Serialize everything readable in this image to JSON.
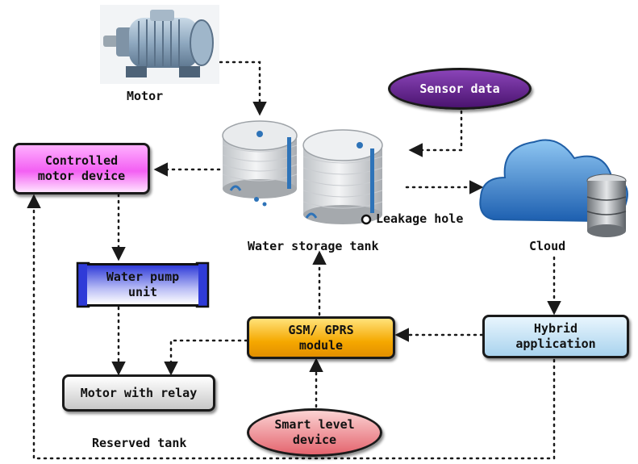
{
  "diagram": {
    "nodes": {
      "controlled_motor_device": "Controlled\nmotor device",
      "water_pump_unit": "Water pump\nunit",
      "motor_with_relay": "Motor with relay",
      "gsm_gprs_module": "GSM/ GPRS\nmodule",
      "hybrid_application": "Hybrid\napplication",
      "smart_level_device": "Smart level\ndevice",
      "sensor_data": "Sensor data"
    },
    "labels": {
      "motor": "Motor",
      "water_storage_tank": "Water storage tank",
      "leakage_hole": "Leakage hole",
      "cloud": "Cloud",
      "reserved_tank": "Reserved tank"
    },
    "colors": {
      "controlled_motor_device": "#f35ff3",
      "water_pump_unit": "#2f3bd8",
      "motor_with_relay": "#c8c8c8",
      "gsm_gprs_module": "#f5a800",
      "hybrid_application": "#a9d3ee",
      "smart_level_device": "#e4646e",
      "sensor_data": "#4b1470",
      "cloud": "#2f78c8",
      "arrow": "#1a1a1a"
    },
    "icons": [
      "motor-icon",
      "water-tank-icon",
      "cloud-database-icon"
    ]
  }
}
